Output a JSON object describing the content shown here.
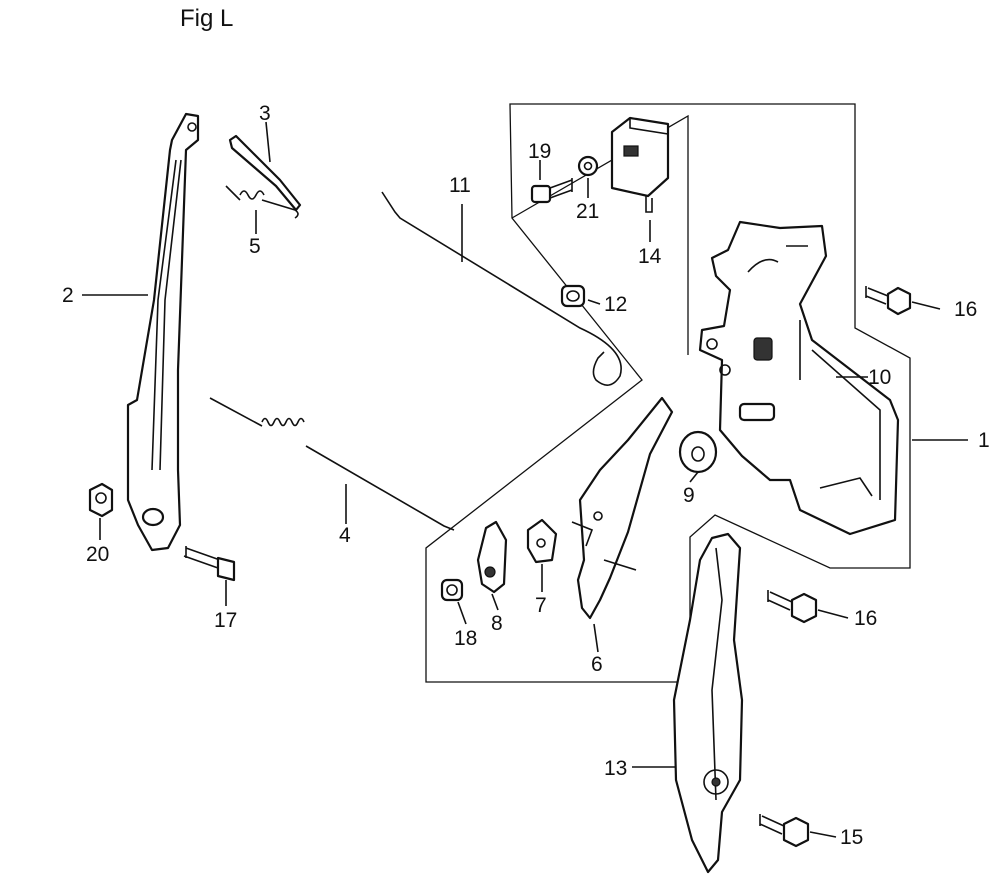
{
  "figure": {
    "title": "Fig L"
  },
  "callouts": [
    {
      "id": "c1",
      "label": "1"
    },
    {
      "id": "c2",
      "label": "2"
    },
    {
      "id": "c3",
      "label": "3"
    },
    {
      "id": "c4",
      "label": "4"
    },
    {
      "id": "c5",
      "label": "5"
    },
    {
      "id": "c6",
      "label": "6"
    },
    {
      "id": "c7",
      "label": "7"
    },
    {
      "id": "c8",
      "label": "8"
    },
    {
      "id": "c9",
      "label": "9"
    },
    {
      "id": "c10",
      "label": "10"
    },
    {
      "id": "c11",
      "label": "11"
    },
    {
      "id": "c12",
      "label": "12"
    },
    {
      "id": "c13",
      "label": "13"
    },
    {
      "id": "c14",
      "label": "14"
    },
    {
      "id": "c15",
      "label": "15"
    },
    {
      "id": "c16a",
      "label": "16"
    },
    {
      "id": "c16b",
      "label": "16"
    },
    {
      "id": "c17",
      "label": "17"
    },
    {
      "id": "c18",
      "label": "18"
    },
    {
      "id": "c19",
      "label": "19"
    },
    {
      "id": "c20",
      "label": "20"
    },
    {
      "id": "c21",
      "label": "21"
    }
  ]
}
